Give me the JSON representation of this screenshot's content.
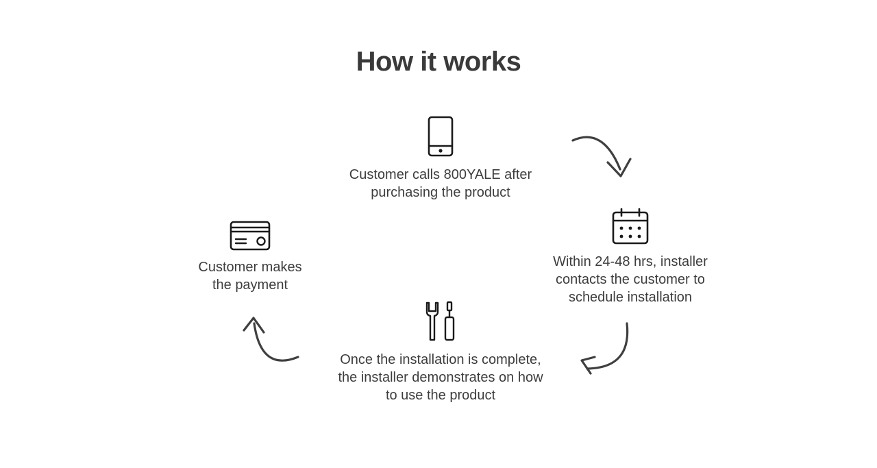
{
  "title": "How it works",
  "steps": [
    {
      "icon": "phone-icon",
      "text": "Customer calls 800YALE after\npurchasing the product"
    },
    {
      "icon": "calendar-icon",
      "text": "Within 24-48 hrs, installer\ncontacts the customer to\nschedule installation"
    },
    {
      "icon": "tools-icon",
      "text": "Once the installation is complete,\nthe installer demonstrates on how\nto use the product"
    },
    {
      "icon": "credit-card-icon",
      "text": "Customer makes\nthe payment"
    }
  ],
  "colors": {
    "text": "#3a3a3a",
    "icon_stroke": "#1a1a1a",
    "arrow_stroke": "#3f3f3f",
    "background": "#ffffff"
  }
}
